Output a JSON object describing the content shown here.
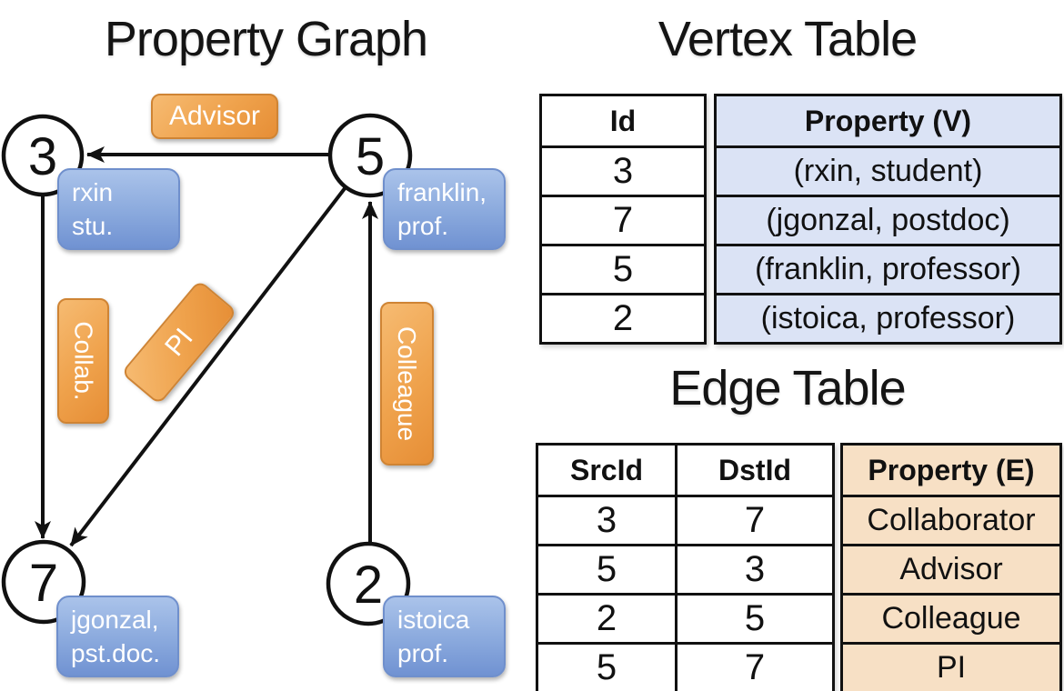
{
  "colors": {
    "edge_label_orange": "#EFA24C",
    "vertex_box_blue": "#8AA9DD",
    "vertex_property_fill": "#DBE3F5",
    "edge_property_fill": "#F7E0C5",
    "line_color": "#111111"
  },
  "graph": {
    "title": "Property Graph",
    "nodes": [
      {
        "id": "3",
        "property_line1": "rxin",
        "property_line2": "stu."
      },
      {
        "id": "5",
        "property_line1": "franklin,",
        "property_line2": "prof."
      },
      {
        "id": "7",
        "property_line1": "jgonzal,",
        "property_line2": "pst.doc."
      },
      {
        "id": "2",
        "property_line1": "istoica",
        "property_line2": "prof."
      }
    ],
    "edges": [
      {
        "label": "Advisor",
        "src": "5",
        "dst": "3"
      },
      {
        "label": "Collab.",
        "src": "3",
        "dst": "7"
      },
      {
        "label": "PI",
        "src": "5",
        "dst": "7"
      },
      {
        "label": "Colleague",
        "src": "2",
        "dst": "5"
      }
    ]
  },
  "vertex_table": {
    "title": "Vertex Table",
    "headers": {
      "id": "Id",
      "property": "Property (V)"
    },
    "rows": [
      {
        "id": "3",
        "property": "(rxin, student)"
      },
      {
        "id": "7",
        "property": "(jgonzal, postdoc)"
      },
      {
        "id": "5",
        "property": "(franklin, professor)"
      },
      {
        "id": "2",
        "property": "(istoica, professor)"
      }
    ]
  },
  "edge_table": {
    "title": "Edge Table",
    "headers": {
      "src": "SrcId",
      "dst": "DstId",
      "property": "Property (E)"
    },
    "rows": [
      {
        "src": "3",
        "dst": "7",
        "property": "Collaborator"
      },
      {
        "src": "5",
        "dst": "3",
        "property": "Advisor"
      },
      {
        "src": "2",
        "dst": "5",
        "property": "Colleague"
      },
      {
        "src": "5",
        "dst": "7",
        "property": "PI"
      }
    ]
  }
}
